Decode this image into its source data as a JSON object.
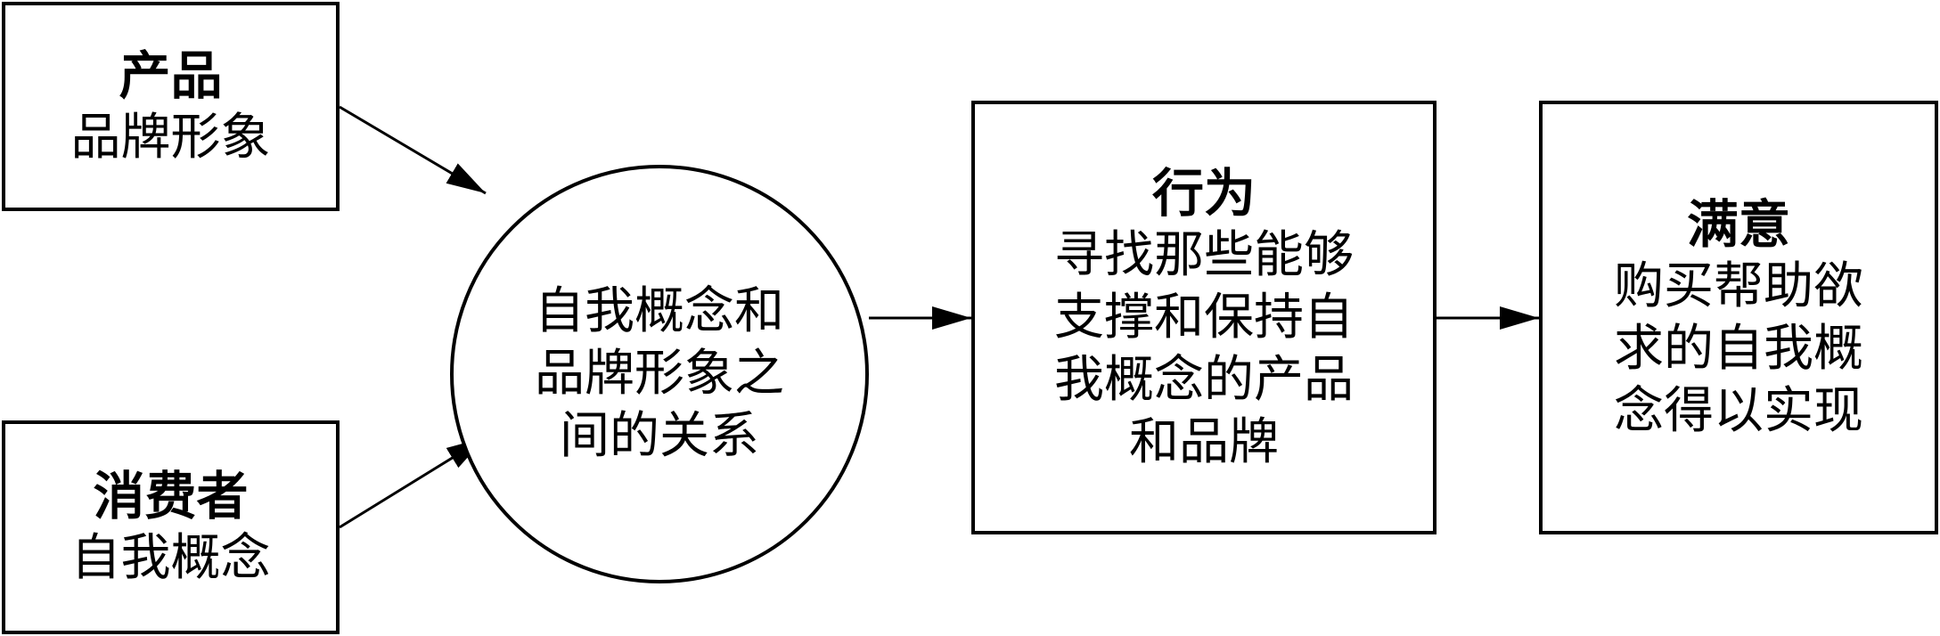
{
  "diagram": {
    "nodes": {
      "product": {
        "title": "产品",
        "body": "品牌形象"
      },
      "consumer": {
        "title": "消费者",
        "body": "自我概念"
      },
      "relation": {
        "lines": [
          "自我概念和",
          "品牌形象之",
          "间的关系"
        ]
      },
      "behavior": {
        "title": "行为",
        "lines": [
          "寻找那些能够",
          "支撑和保持自",
          "我概念的产品",
          "和品牌"
        ]
      },
      "satisfaction": {
        "title": "满意",
        "lines": [
          "购买帮助欲",
          "求的自我概",
          "念得以实现"
        ]
      }
    },
    "edges": [
      {
        "from": "product",
        "to": "relation"
      },
      {
        "from": "consumer",
        "to": "relation"
      },
      {
        "from": "relation",
        "to": "behavior"
      },
      {
        "from": "behavior",
        "to": "satisfaction"
      }
    ],
    "colors": {
      "line": "#000000",
      "background": "#ffffff"
    }
  }
}
